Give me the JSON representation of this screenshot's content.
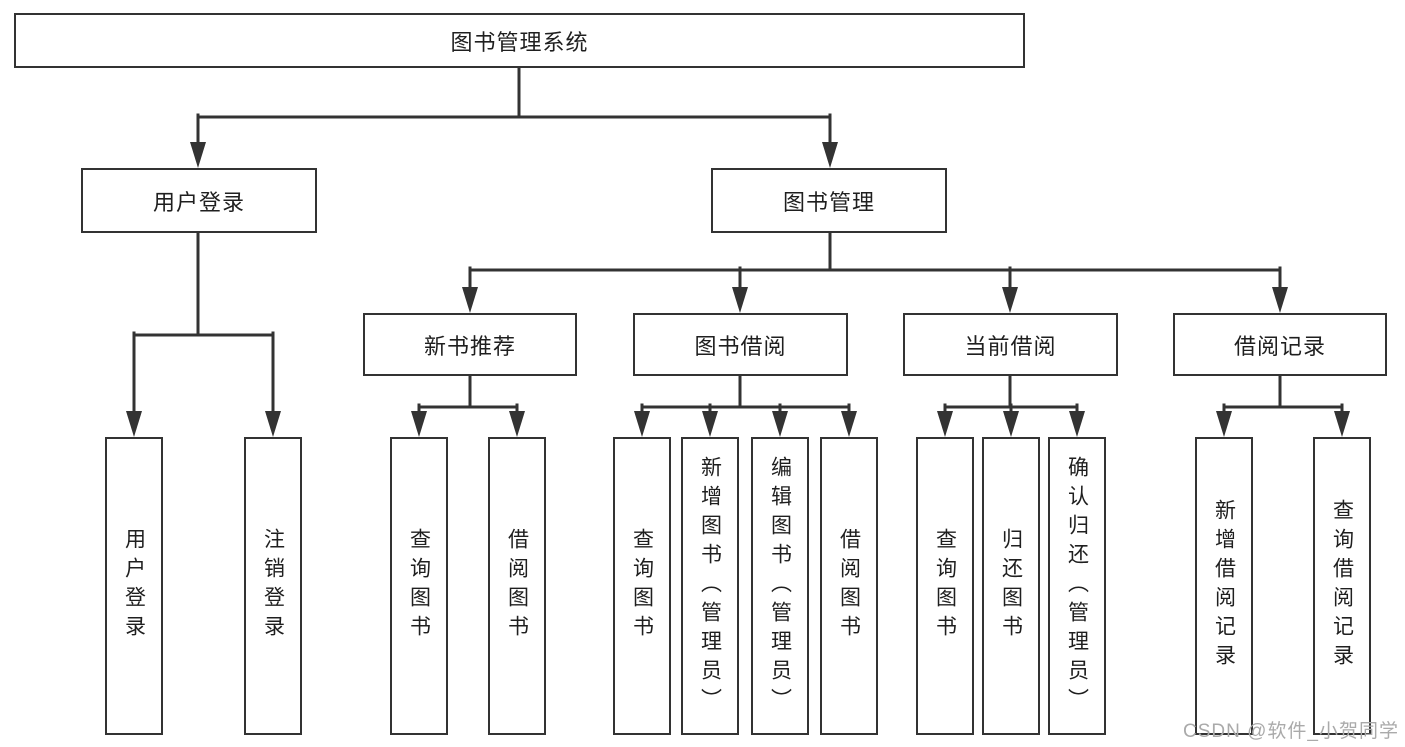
{
  "colors": {
    "line": "#333333",
    "box_border": "#333333",
    "box_bg": "#ffffff",
    "text": "#1f1f1f",
    "watermark": "#aaaaaa"
  },
  "root": {
    "label": "图书管理系统"
  },
  "level2": [
    {
      "id": "user-login",
      "label": "用户登录"
    },
    {
      "id": "book-management",
      "label": "图书管理"
    }
  ],
  "level3": [
    {
      "id": "new-book-recommend",
      "parent": "book-management",
      "label": "新书推荐"
    },
    {
      "id": "book-borrow",
      "parent": "book-management",
      "label": "图书借阅"
    },
    {
      "id": "current-borrow",
      "parent": "book-management",
      "label": "当前借阅"
    },
    {
      "id": "borrow-records",
      "parent": "book-management",
      "label": "借阅记录"
    }
  ],
  "leaves": [
    {
      "parent": "user-login",
      "label": "用户登录"
    },
    {
      "parent": "user-login",
      "label": "注销登录"
    },
    {
      "parent": "new-book-recommend",
      "label": "查询图书"
    },
    {
      "parent": "new-book-recommend",
      "label": "借阅图书"
    },
    {
      "parent": "book-borrow",
      "label": "查询图书"
    },
    {
      "parent": "book-borrow",
      "label": "新增图书（管理员）"
    },
    {
      "parent": "book-borrow",
      "label": "编辑图书（管理员）"
    },
    {
      "parent": "book-borrow",
      "label": "借阅图书"
    },
    {
      "parent": "current-borrow",
      "label": "查询图书"
    },
    {
      "parent": "current-borrow",
      "label": "归还图书"
    },
    {
      "parent": "current-borrow",
      "label": "确认归还（管理员）"
    },
    {
      "parent": "borrow-records",
      "label": "新增借阅记录"
    },
    {
      "parent": "borrow-records",
      "label": "查询借阅记录"
    }
  ],
  "watermark": "CSDN @软件_小贺同学"
}
